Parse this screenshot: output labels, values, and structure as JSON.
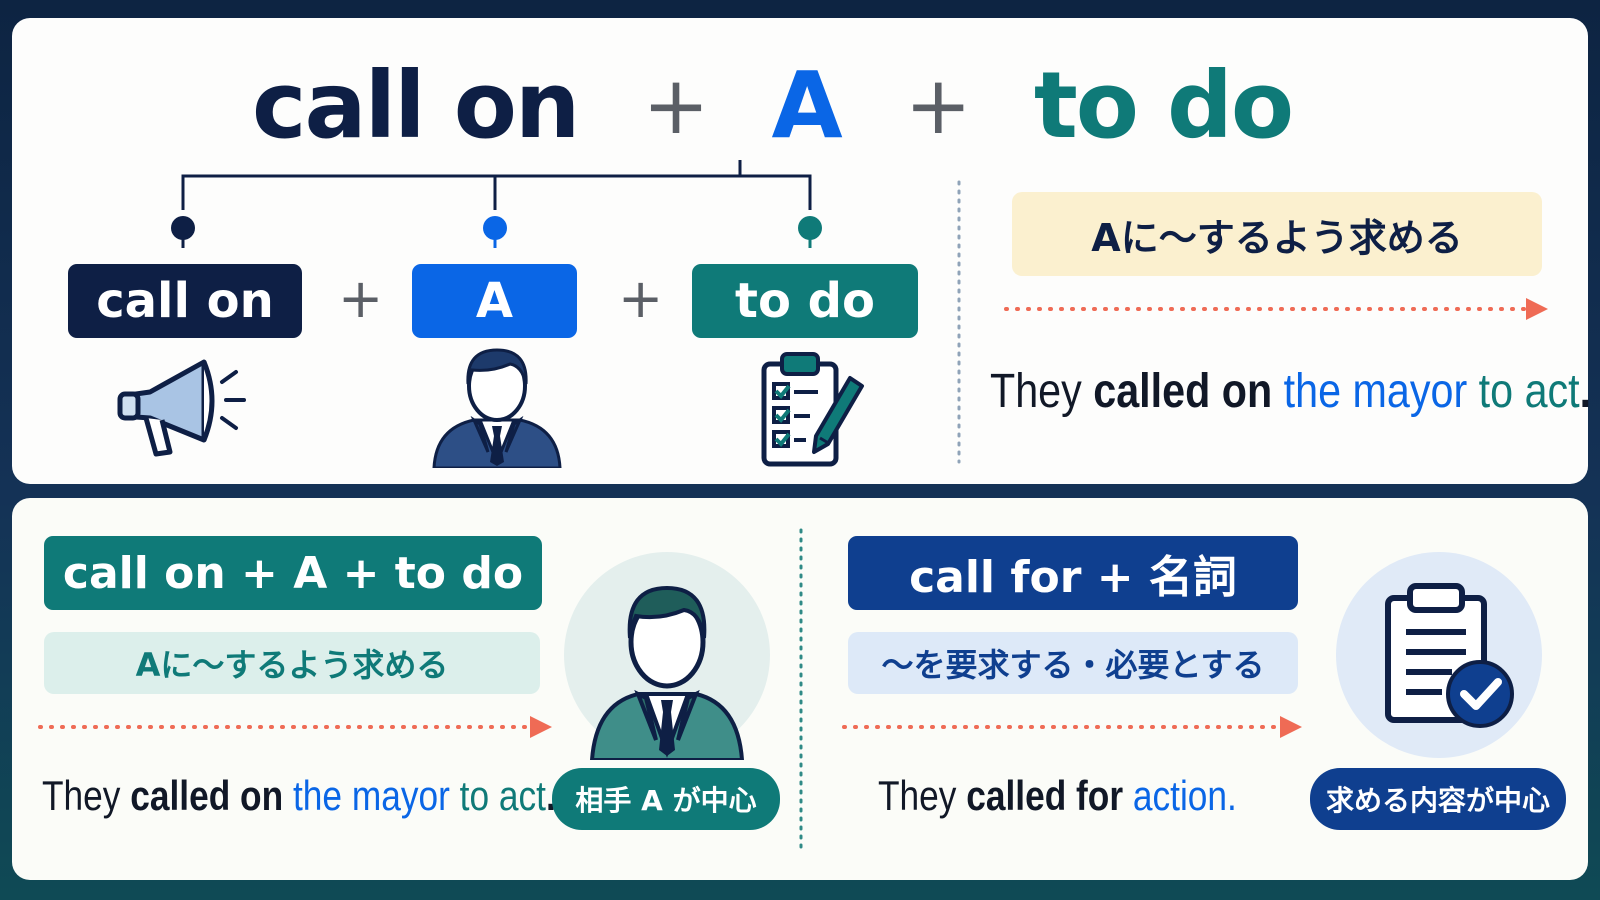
{
  "formula": {
    "part1": "call on",
    "plus1": "+",
    "part2": "A",
    "plus2": "+",
    "part3": "to do"
  },
  "breakdown": {
    "pills": [
      {
        "label": "call on",
        "color": "#0e1f45"
      },
      {
        "label": "A",
        "color": "#0a66e6"
      },
      {
        "label": "to do",
        "color": "#0f7a78"
      }
    ],
    "plus": "+",
    "icons": [
      "megaphone-icon",
      "businessman-icon",
      "checklist-clipboard-icon"
    ]
  },
  "top_right": {
    "meaning": "Aに〜するよう求める",
    "example": {
      "w1": "They",
      "w2": "called on",
      "w3": "the mayor",
      "w4": "to act",
      "w5": "."
    }
  },
  "bottom_left": {
    "header": "call on + A + to do",
    "meaning": "Aに〜するよう求める",
    "example": {
      "w1": "They",
      "w2": "called on",
      "w3": "the mayor",
      "w4": "to act",
      "w5": "."
    },
    "badge": "相手 A が中心",
    "icon": "businessman-icon"
  },
  "bottom_right": {
    "header": "call for + 名詞",
    "meaning": "〜を要求する・必要とする",
    "example": {
      "w1": "They",
      "w2": "called for",
      "w3": "action",
      "w4": "."
    },
    "badge": "求める内容が中心",
    "icon": "document-check-icon"
  },
  "colors": {
    "navy": "#0e1f45",
    "blue": "#0a66e6",
    "teal": "#0f7a78",
    "dark_blue": "#0f3f8f",
    "arrow": "#ef6b55",
    "meaning_yellow": "#fbf0cf",
    "meaning_mint": "#dcefeb",
    "meaning_lightblue": "#dde9f8"
  }
}
